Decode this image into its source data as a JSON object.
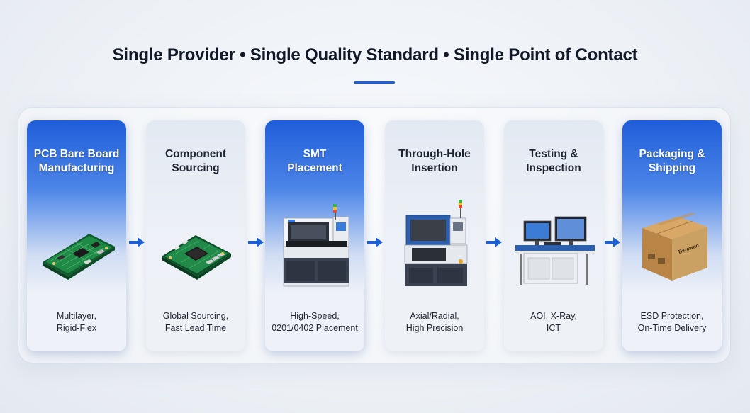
{
  "header": {
    "title": "Single Provider • Single Quality Standard • Single Point of Contact"
  },
  "colors": {
    "accent": "#1d5fd6",
    "card_blue": "#1f5ed9",
    "card_light": "#e8edf4",
    "arrow": "#1d5fd6"
  },
  "steps": [
    {
      "title": "PCB Bare Board\nManufacturing",
      "desc": "Multilayer,\nRigid-Flex",
      "icon": "pcb-board-icon",
      "style": "blue"
    },
    {
      "title": "Component\nSourcing",
      "desc": "Global Sourcing,\nFast Lead Time",
      "icon": "component-chip-icon",
      "style": "light"
    },
    {
      "title": "SMT\nPlacement",
      "desc": "High-Speed,\n0201/0402 Placement",
      "icon": "smt-machine-icon",
      "style": "blue"
    },
    {
      "title": "Through-Hole\nInsertion",
      "desc": "Axial/Radial,\nHigh Precision",
      "icon": "insertion-machine-icon",
      "style": "light"
    },
    {
      "title": "Testing &\nInspection",
      "desc": "AOI, X-Ray,\nICT",
      "icon": "test-station-icon",
      "style": "light"
    },
    {
      "title": "Packaging &\nShipping",
      "desc": "ESD Protection,\nOn-Time Delivery",
      "icon": "shipping-box-icon",
      "style": "blue"
    }
  ],
  "box_label": "Berowno"
}
